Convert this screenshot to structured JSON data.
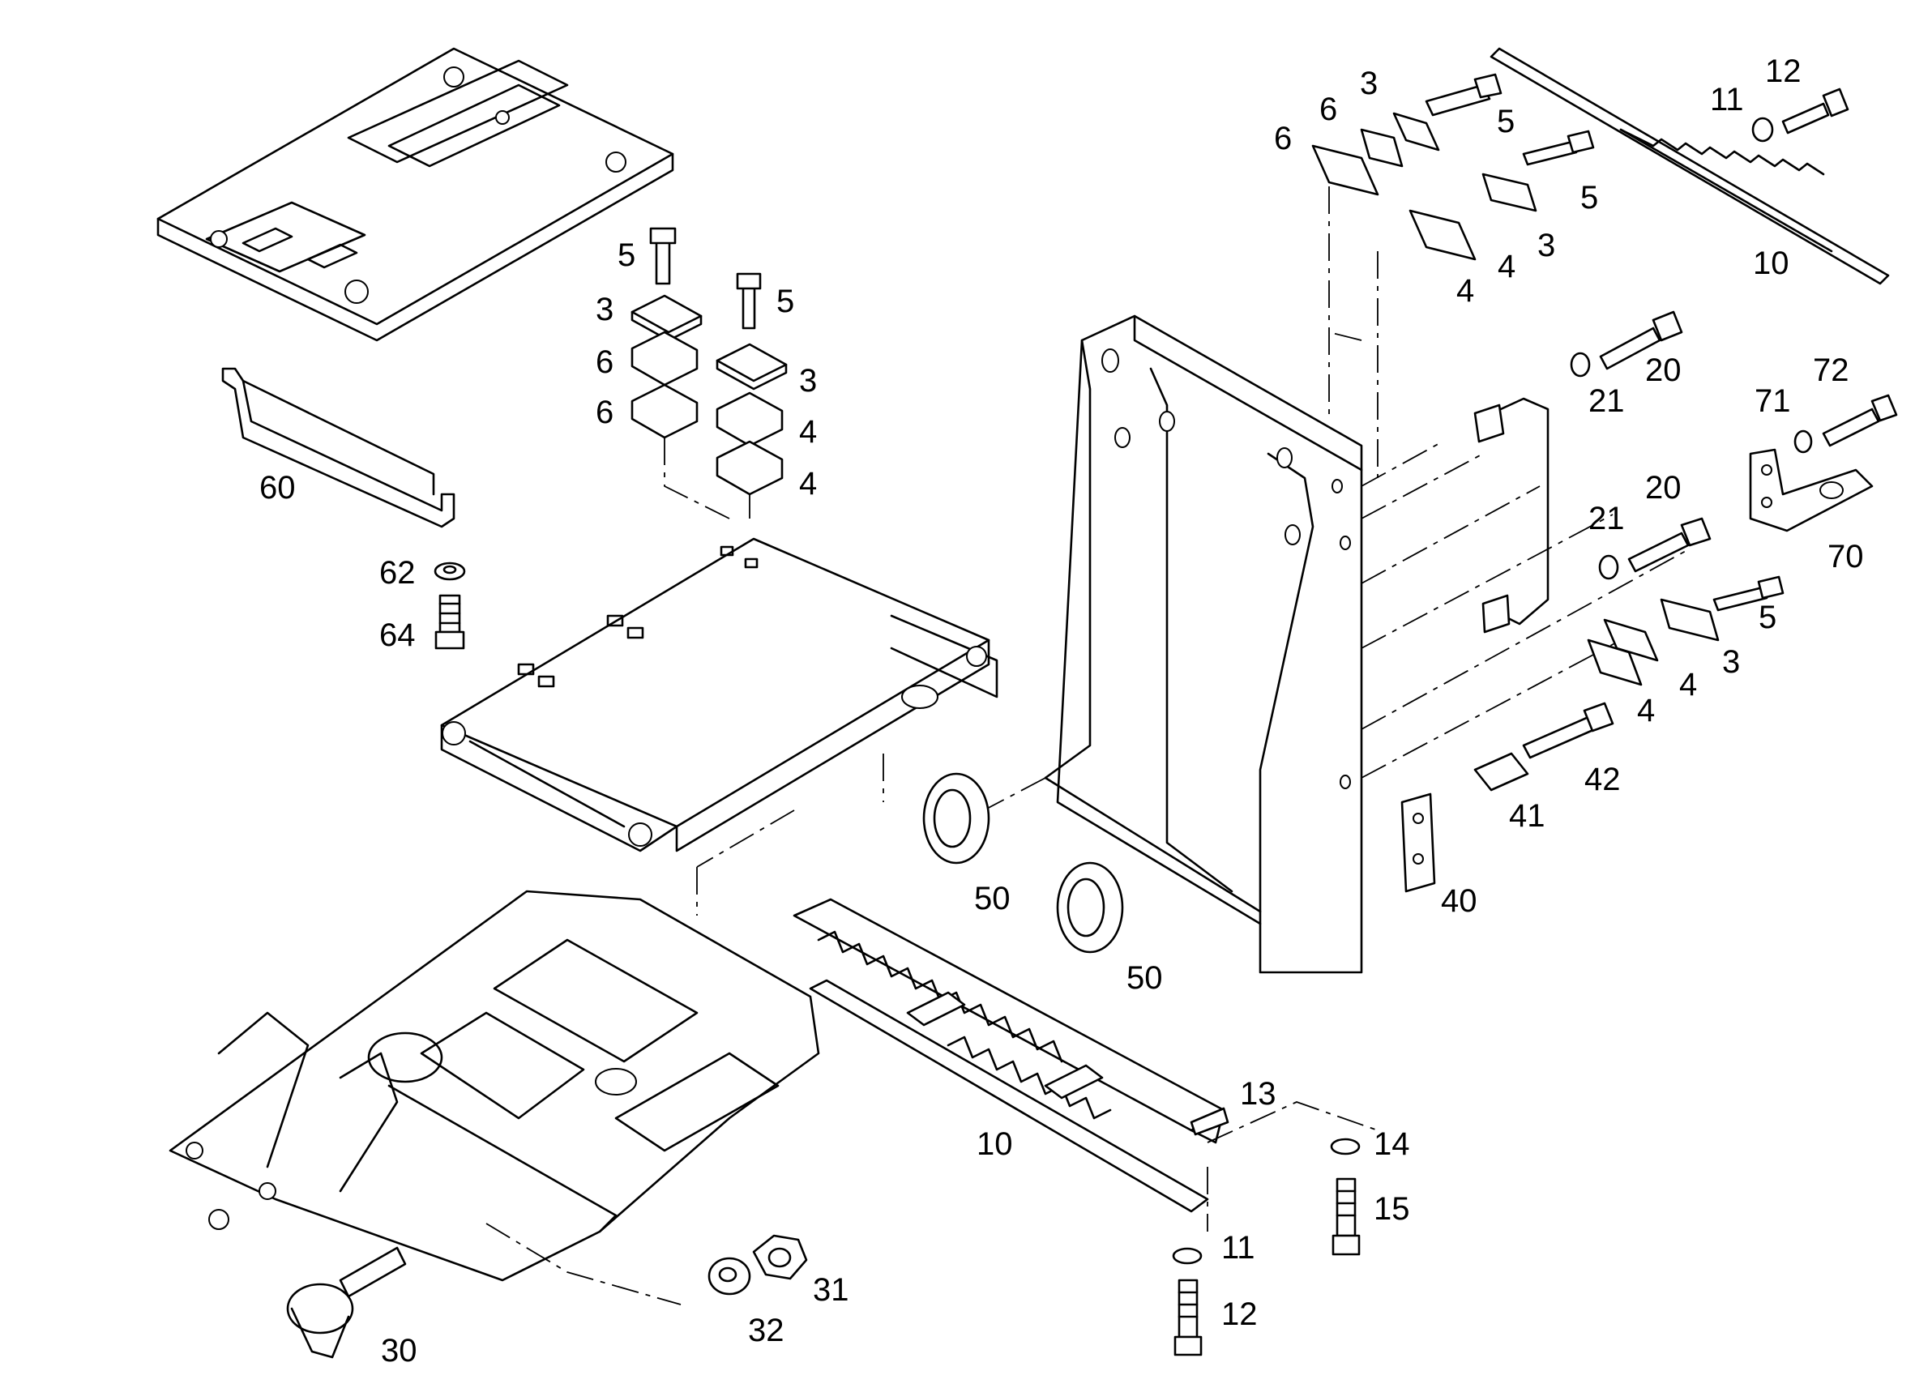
{
  "diagram": {
    "type": "exploded-parts-drawing",
    "part_labels": [
      {
        "id": "l6a",
        "text": "6"
      },
      {
        "id": "l6b",
        "text": "6"
      },
      {
        "id": "l3a",
        "text": "3"
      },
      {
        "id": "l5a",
        "text": "5"
      },
      {
        "id": "l5b",
        "text": "5"
      },
      {
        "id": "l12a",
        "text": "12"
      },
      {
        "id": "l11a",
        "text": "11"
      },
      {
        "id": "l10a",
        "text": "10"
      },
      {
        "id": "l4a",
        "text": "4"
      },
      {
        "id": "l4b",
        "text": "4"
      },
      {
        "id": "l3b",
        "text": "3"
      },
      {
        "id": "l5c",
        "text": "5"
      },
      {
        "id": "l5d",
        "text": "5"
      },
      {
        "id": "l3c",
        "text": "3"
      },
      {
        "id": "l6c",
        "text": "6"
      },
      {
        "id": "l6d",
        "text": "6"
      },
      {
        "id": "l3d",
        "text": "3"
      },
      {
        "id": "l4c",
        "text": "4"
      },
      {
        "id": "l4d",
        "text": "4"
      },
      {
        "id": "l60",
        "text": "60"
      },
      {
        "id": "l62",
        "text": "62"
      },
      {
        "id": "l64",
        "text": "64"
      },
      {
        "id": "l20a",
        "text": "20"
      },
      {
        "id": "l21a",
        "text": "21"
      },
      {
        "id": "l20b",
        "text": "20"
      },
      {
        "id": "l21b",
        "text": "21"
      },
      {
        "id": "l72",
        "text": "72"
      },
      {
        "id": "l71",
        "text": "71"
      },
      {
        "id": "l70",
        "text": "70"
      },
      {
        "id": "l5e",
        "text": "5"
      },
      {
        "id": "l3e",
        "text": "3"
      },
      {
        "id": "l4e",
        "text": "4"
      },
      {
        "id": "l4f",
        "text": "4"
      },
      {
        "id": "l42",
        "text": "42"
      },
      {
        "id": "l41",
        "text": "41"
      },
      {
        "id": "l40",
        "text": "40"
      },
      {
        "id": "l50a",
        "text": "50"
      },
      {
        "id": "l50b",
        "text": "50"
      },
      {
        "id": "l13",
        "text": "13"
      },
      {
        "id": "l10b",
        "text": "10"
      },
      {
        "id": "l14",
        "text": "14"
      },
      {
        "id": "l15",
        "text": "15"
      },
      {
        "id": "l11b",
        "text": "11"
      },
      {
        "id": "l12b",
        "text": "12"
      },
      {
        "id": "l31",
        "text": "31"
      },
      {
        "id": "l32",
        "text": "32"
      },
      {
        "id": "l30",
        "text": "30"
      }
    ]
  }
}
